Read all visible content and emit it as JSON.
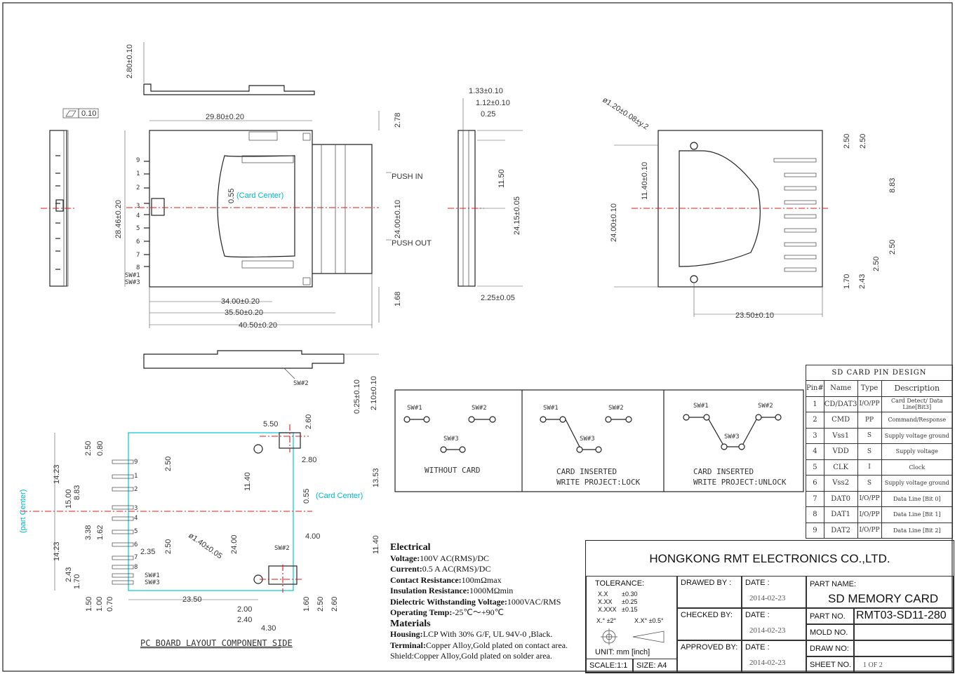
{
  "top_views": {
    "dims": [
      "2.80±0.10",
      "29.80±0.20",
      "2.78",
      "28.46±0.20",
      "34.00±0.20",
      "35.50±0.20",
      "40.50±0.20",
      "1.68",
      "0.55",
      "24.00±0.10",
      "1.33±0.10",
      "1.12±0.10",
      "0.25",
      "11.50",
      "24.15±0.05",
      "2.25±0.05",
      "ø1.20±0.08±y.2",
      "11.40±0.10",
      "24.00±0.10",
      "2.50",
      "2.50",
      "8.83",
      "2.50",
      "2.50",
      "1.70",
      "2.43",
      "23.50±0.10",
      "0.25±0.10",
      "2.10±0.10"
    ],
    "flatness": "0.10",
    "card_center": "(Card Center)",
    "push_in": "PUSH IN",
    "push_out": "PUSH OUT",
    "pin_labels": [
      "9",
      "1",
      "2",
      "3",
      "4",
      "5",
      "6",
      "7",
      "8",
      "SW#1",
      "SW#3"
    ],
    "sw2": "SW#2"
  },
  "layout": {
    "title": "PC BOARD LAYOUT COMPONENT SIDE",
    "part_center": "(part Center)",
    "card_center": "(Card Center)",
    "dims": [
      "5.50",
      "2.60",
      "2.80",
      "2.50",
      "0.80",
      "14.23",
      "15.00",
      "8.83",
      "2.50",
      "11.40",
      "13.53",
      "0.55",
      "3.38",
      "1.62",
      "24.00",
      "2.50",
      "14.23",
      "4.00",
      "2.35",
      "ø1.40±0.05",
      "11.40",
      "2.43",
      "1.70",
      "23.50",
      "1.50",
      "1.00",
      "0.70",
      "2.00",
      "2.40",
      "4.30",
      "1.60",
      "2.50",
      "2.60"
    ],
    "pins": [
      "9",
      "1",
      "2",
      "3",
      "4",
      "5",
      "6",
      "7",
      "8",
      "SW#1",
      "SW#3"
    ],
    "sw2": "SW#2"
  },
  "switch_states": [
    {
      "caption1": "WITHOUT CARD",
      "caption2": "",
      "labels": [
        "SW#1",
        "SW#2",
        "SW#3"
      ]
    },
    {
      "caption1": "CARD INSERTED",
      "caption2": "WRITE PROJECT:LOCK",
      "labels": [
        "SW#1",
        "SW#2",
        "SW#3"
      ]
    },
    {
      "caption1": "CARD INSERTED",
      "caption2": "WRITE PROJECT:UNLOCK",
      "labels": [
        "SW#1",
        "SW#2",
        "SW#3"
      ]
    }
  ],
  "specs": {
    "electrical_heading": "Electrical",
    "voltage_label": "Voltage:",
    "voltage": "100V AC(RMS)/DC",
    "current_label": "Current:",
    "current": "0.5 A AC(RMS)/DC",
    "contact_label": "Contact Resistance:",
    "contact": "100mΩmax",
    "insulation_label": "Insulation Resistance:",
    "insulation": "1000MΩmin",
    "dielectric_label": "Dielectric Withstanding Voltage:",
    "dielectric": "1000VAC/RMS",
    "temp_label": "Operating Temp:",
    "temp": "-25℃～+90℃",
    "materials_heading": "Materials",
    "housing_label": "Housing:",
    "housing": "LCP With 30% G/F, UL 94V-0 ,Black.",
    "terminal_label": "Terminal:",
    "terminal": "Copper Alloy,Gold plated on contact area.",
    "shield_label": "Shield:",
    "shield": "Copper Alloy,Gold plated on solder area."
  },
  "pin_table": {
    "title": "SD CARD PIN DESIGN",
    "headers": [
      "Pin#",
      "Name",
      "Type",
      "Description"
    ],
    "rows": [
      [
        "1",
        "CD/DAT3",
        "I/O/PP",
        "Card Detect/ Data Line[Bit3]"
      ],
      [
        "2",
        "CMD",
        "PP",
        "Command/Response"
      ],
      [
        "3",
        "Vss1",
        "S",
        "Supply voltage ground"
      ],
      [
        "4",
        "VDD",
        "S",
        "Supply voltage"
      ],
      [
        "5",
        "CLK",
        "I",
        "Clock"
      ],
      [
        "6",
        "Vss2",
        "S",
        "Supply voltage ground"
      ],
      [
        "7",
        "DAT0",
        "I/O/PP",
        "Data Line [Bit 0]"
      ],
      [
        "8",
        "DAT1",
        "I/O/PP",
        "Data Line [Bit 1]"
      ],
      [
        "9",
        "DAT2",
        "I/O/PP",
        "Data Line [Bit 2]"
      ]
    ]
  },
  "title_block": {
    "company": "HONGKONG RMT ELECTRONICS CO.,LTD.",
    "tolerance_label": "TOLERANCE:",
    "tol_rows": [
      [
        "X.X",
        "±0.30"
      ],
      [
        "X.XX",
        "±0.25"
      ],
      [
        "X.XXX",
        "±0.15"
      ]
    ],
    "angle_tol": [
      "X.° ±2°",
      "X.X° ±0.5°"
    ],
    "unit": "UNIT:  mm  [inch]",
    "scale": "SCALE:1:1",
    "size": "SIZE:  A4",
    "drawed_by": "DRAWED BY :",
    "checked_by": "CHECKED BY:",
    "approved_by": "APPROVED BY:",
    "date_label": "DATE  :",
    "date1": "2014-02-23",
    "date2": "2014-02-23",
    "date3": "2014-02-23",
    "part_name_label": "PART NAME:",
    "part_name": "SD MEMORY CARD",
    "part_no_label": "PART  NO.",
    "part_no": "RMT03-SD11-280",
    "mold_no_label": "MOLD  NO.",
    "draw_no_label": "DRAW  NO:",
    "sheet_no_label": "SHEET  NO.",
    "sheet_no": "1  OF  2"
  }
}
